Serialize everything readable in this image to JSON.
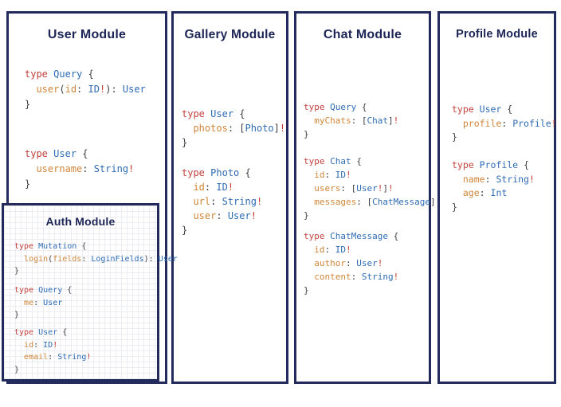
{
  "colors": {
    "border_navy": "#232b5d",
    "title_navy": "#1d2556",
    "keyword_red": "#c2423d",
    "type_blue": "#2f6cb3",
    "field_orange": "#d0863a",
    "bang_red": "#c63b32",
    "punct_gray": "#3f3f3f",
    "grid_line": "#ebedf2",
    "background": "#ffffff"
  },
  "panels": [
    {
      "id": "user",
      "title": "User Module",
      "code_blocks": [
        [
          "type Query {",
          "  user(id: ID!): User",
          "}"
        ],
        [
          "type User {",
          "  username: String!",
          "}"
        ]
      ]
    },
    {
      "id": "gallery",
      "title": "Gallery Module",
      "code_blocks": [
        [
          "type User {",
          "  photos: [Photo]!",
          "}"
        ],
        [
          "type Photo {",
          "  id: ID!",
          "  url: String!",
          "  user: User!",
          "}"
        ]
      ]
    },
    {
      "id": "chat",
      "title": "Chat Module",
      "code_blocks": [
        [
          "type Query {",
          "  myChats: [Chat]!",
          "}"
        ],
        [
          "type Chat {",
          "  id: ID!",
          "  users: [User!]!",
          "  messages: [ChatMessage]!",
          "}"
        ],
        [
          "type ChatMessage {",
          "  id: ID!",
          "  author: User!",
          "  content: String!",
          "}"
        ]
      ]
    },
    {
      "id": "profile",
      "title": "Profile Module",
      "code_blocks": [
        [
          "type User {",
          "  profile: Profile!",
          "}"
        ],
        [
          "type Profile {",
          "  name: String!",
          "  age: Int",
          "}"
        ]
      ]
    }
  ],
  "auth_panel": {
    "title": "Auth Module",
    "code_blocks": [
      [
        "type Mutation {",
        "  login(fields: LoginFields): User",
        "}"
      ],
      [
        "type Query {",
        "  me: User",
        "}"
      ],
      [
        "type User {",
        "  id: ID!",
        "  email: String!",
        "}"
      ]
    ]
  }
}
